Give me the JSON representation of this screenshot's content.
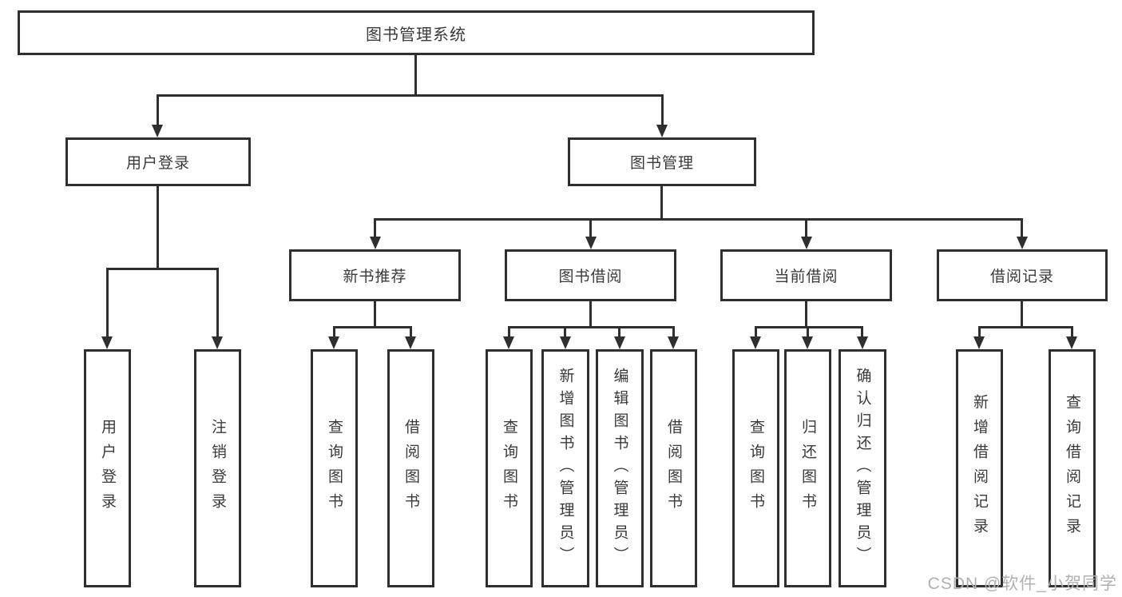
{
  "colors": {
    "line": "#2f2f2f",
    "text": "#3a3a3a",
    "background": "#ffffff",
    "watermark": "#b0b0b0"
  },
  "tree": {
    "root": {
      "label": "图书管理系统"
    },
    "level2": [
      {
        "label": "用户登录",
        "leaves": [
          {
            "label": "用户登录"
          },
          {
            "label": "注销登录"
          }
        ]
      },
      {
        "label": "图书管理",
        "groups": [
          {
            "label": "新书推荐",
            "leaves": [
              {
                "label": "查询图书"
              },
              {
                "label": "借阅图书"
              }
            ]
          },
          {
            "label": "图书借阅",
            "leaves": [
              {
                "label": "查询图书"
              },
              {
                "label": "新增图书（管理员）"
              },
              {
                "label": "编辑图书（管理员）"
              },
              {
                "label": "借阅图书"
              }
            ]
          },
          {
            "label": "当前借阅",
            "leaves": [
              {
                "label": "查询图书"
              },
              {
                "label": "归还图书"
              },
              {
                "label": "确认归还（管理员）"
              }
            ]
          },
          {
            "label": "借阅记录",
            "leaves": [
              {
                "label": "新增借阅记录"
              },
              {
                "label": "查询借阅记录"
              }
            ]
          }
        ]
      }
    ]
  },
  "watermark": {
    "text": "CSDN @软件_小贺同学"
  }
}
